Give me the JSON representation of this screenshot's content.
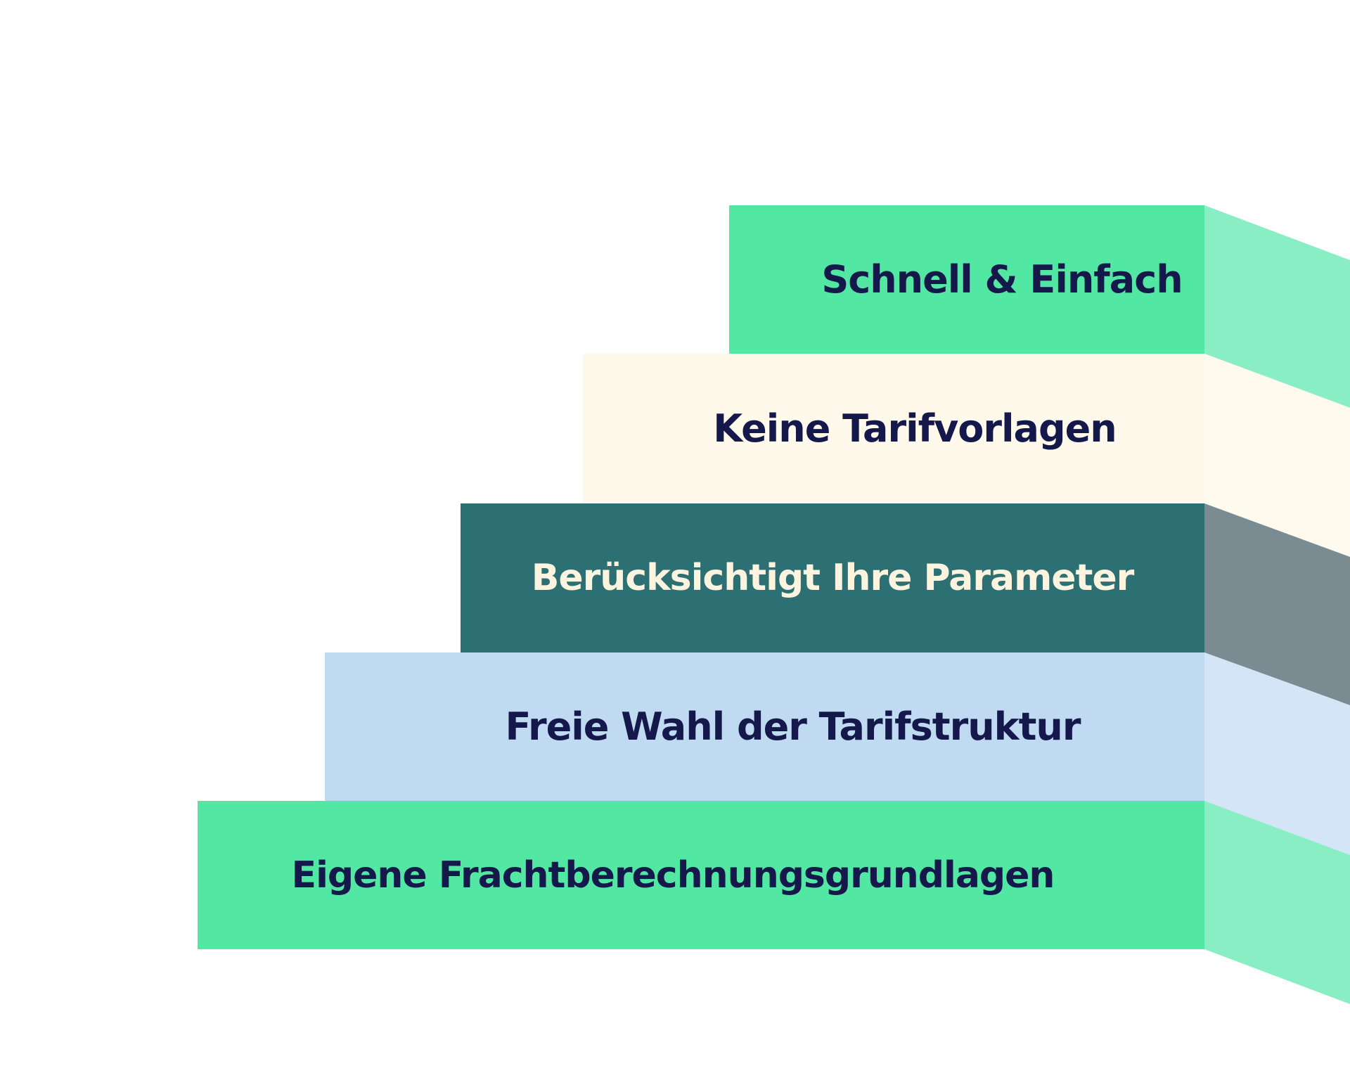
{
  "steps": [
    {
      "label": "Schnell & Einfach",
      "face_color": "#52E8A3",
      "side_color": "#89EEC3",
      "text_color": "#14184A"
    },
    {
      "label": "Keine Tarifvorlagen",
      "face_color": "#FEF9EB",
      "side_color": "#FEFAEE",
      "text_color": "#14184A"
    },
    {
      "label": "Berücksichtigt Ihre Parameter",
      "face_color": "#2D7073",
      "side_color": "#7A8B91",
      "text_color": "#FDF4DF"
    },
    {
      "label": "Freie Wahl der Tarifstruktur",
      "face_color": "#C0DAF2",
      "side_color": "#D3E5F6",
      "text_color": "#14184A"
    },
    {
      "label": "Eigene Frachtberechnungsgrundlagen",
      "face_color": "#52E8A3",
      "side_color": "#89EEC3",
      "text_color": "#14184A"
    }
  ]
}
